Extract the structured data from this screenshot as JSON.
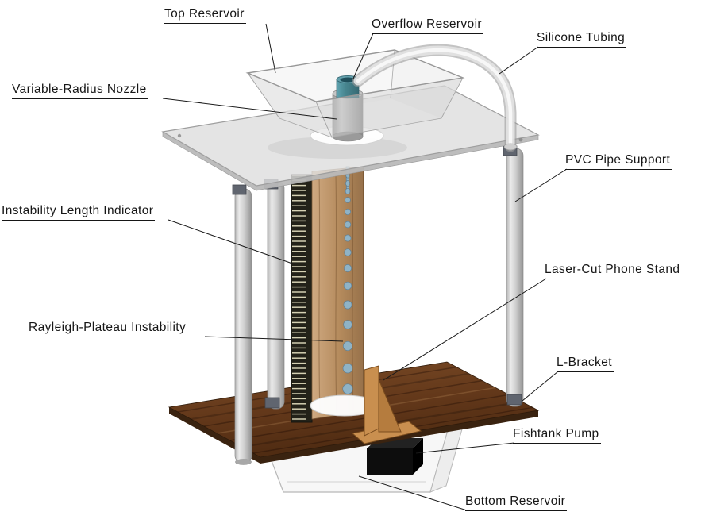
{
  "diagram": {
    "labels": {
      "top_reservoir": "Top Reservoir",
      "overflow_reservoir": "Overflow Reservoir",
      "silicone_tubing": "Silicone Tubing",
      "variable_radius_nozzle": "Variable-Radius Nozzle",
      "pvc_pipe_support": "PVC Pipe Support",
      "instability_length_indicator": "Instability Length Indicator",
      "laser_cut_phone_stand": "Laser-Cut Phone Stand",
      "rayleigh_plateau_instability": "Rayleigh-Plateau Instability",
      "l_bracket": "L-Bracket",
      "fishtank_pump": "Fishtank Pump",
      "bottom_reservoir": "Bottom Reservoir"
    },
    "colors": {
      "background": "#ffffff",
      "label_text": "#161616",
      "leader_line": "#1a1a1a",
      "acrylic_plate": "#dedede",
      "pvc_pipe": "#c9c9c9",
      "bracket": "#60656f",
      "ruler_strip": "#232219",
      "wood_tower": "#b48a5c",
      "wood_board": "#63381a",
      "phone_stand_wood": "#c98f4f",
      "overflow_teal": "#47858f",
      "droplet": "#8fb3c6",
      "pump": "#0d0d0d",
      "tank": "#f7f7f7"
    }
  }
}
